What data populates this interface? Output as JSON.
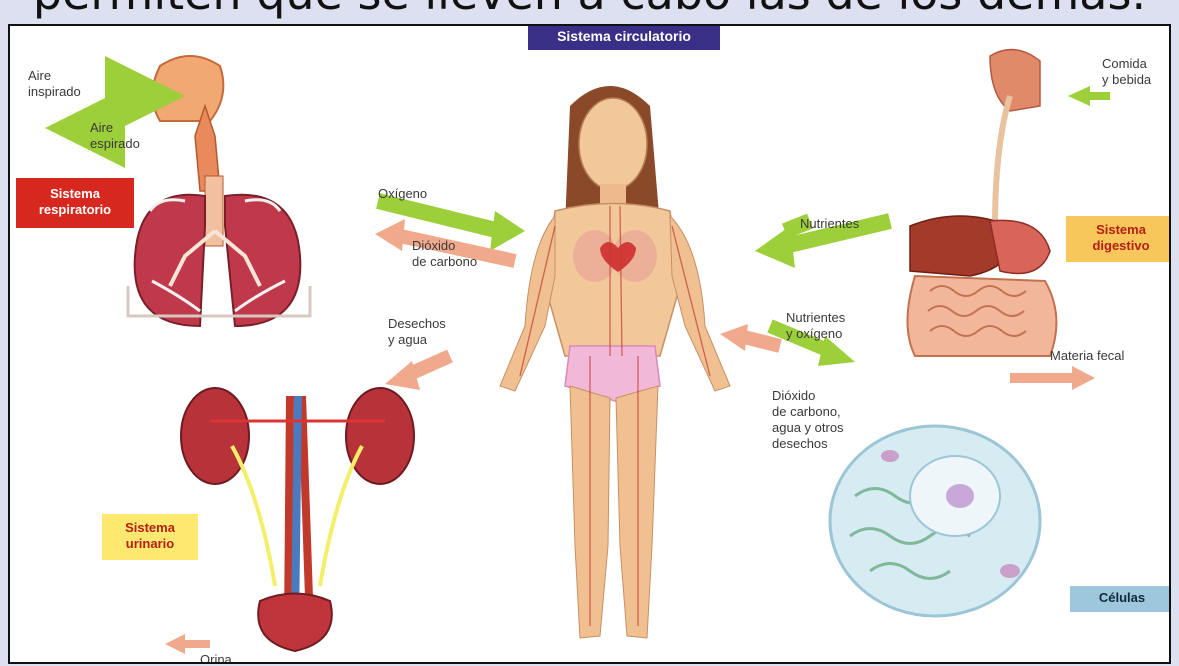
{
  "header_text": "permiten que se lleven a cabo las de los demás.",
  "systems": {
    "circulatory": "Sistema circulatorio",
    "respiratory": "Sistema\nrespiratorio",
    "digestive": "Sistema\ndigestivo",
    "urinary": "Sistema\nurinario",
    "cells": "Células"
  },
  "labels": {
    "aire_inspirado": "Aire\ninspirado",
    "aire_espirado": "Aire\nespirado",
    "oxigeno": "Oxígeno",
    "dioxido_resp": "Dióxido\nde carbono",
    "desechos_agua": "Desechos\ny agua",
    "nutrientes": "Nutrientes",
    "comida_bebida": "Comida\ny bebida",
    "nutrientes_oxigeno": "Nutrientes\ny oxígeno",
    "materia_fecal": "Materia fecal",
    "dioxido_cel": "Dióxido\nde carbono,\nagua y otros\ndesechos",
    "orina": "Orina"
  },
  "colors": {
    "circulatory": "#3a2f86",
    "respiratory": "#d6281f",
    "digestive": "#f7c75c",
    "urinary": "#ffe870",
    "cells": "#9ec6dc",
    "arrow_in": "#9ccf3a",
    "arrow_out": "#f0a98c"
  }
}
